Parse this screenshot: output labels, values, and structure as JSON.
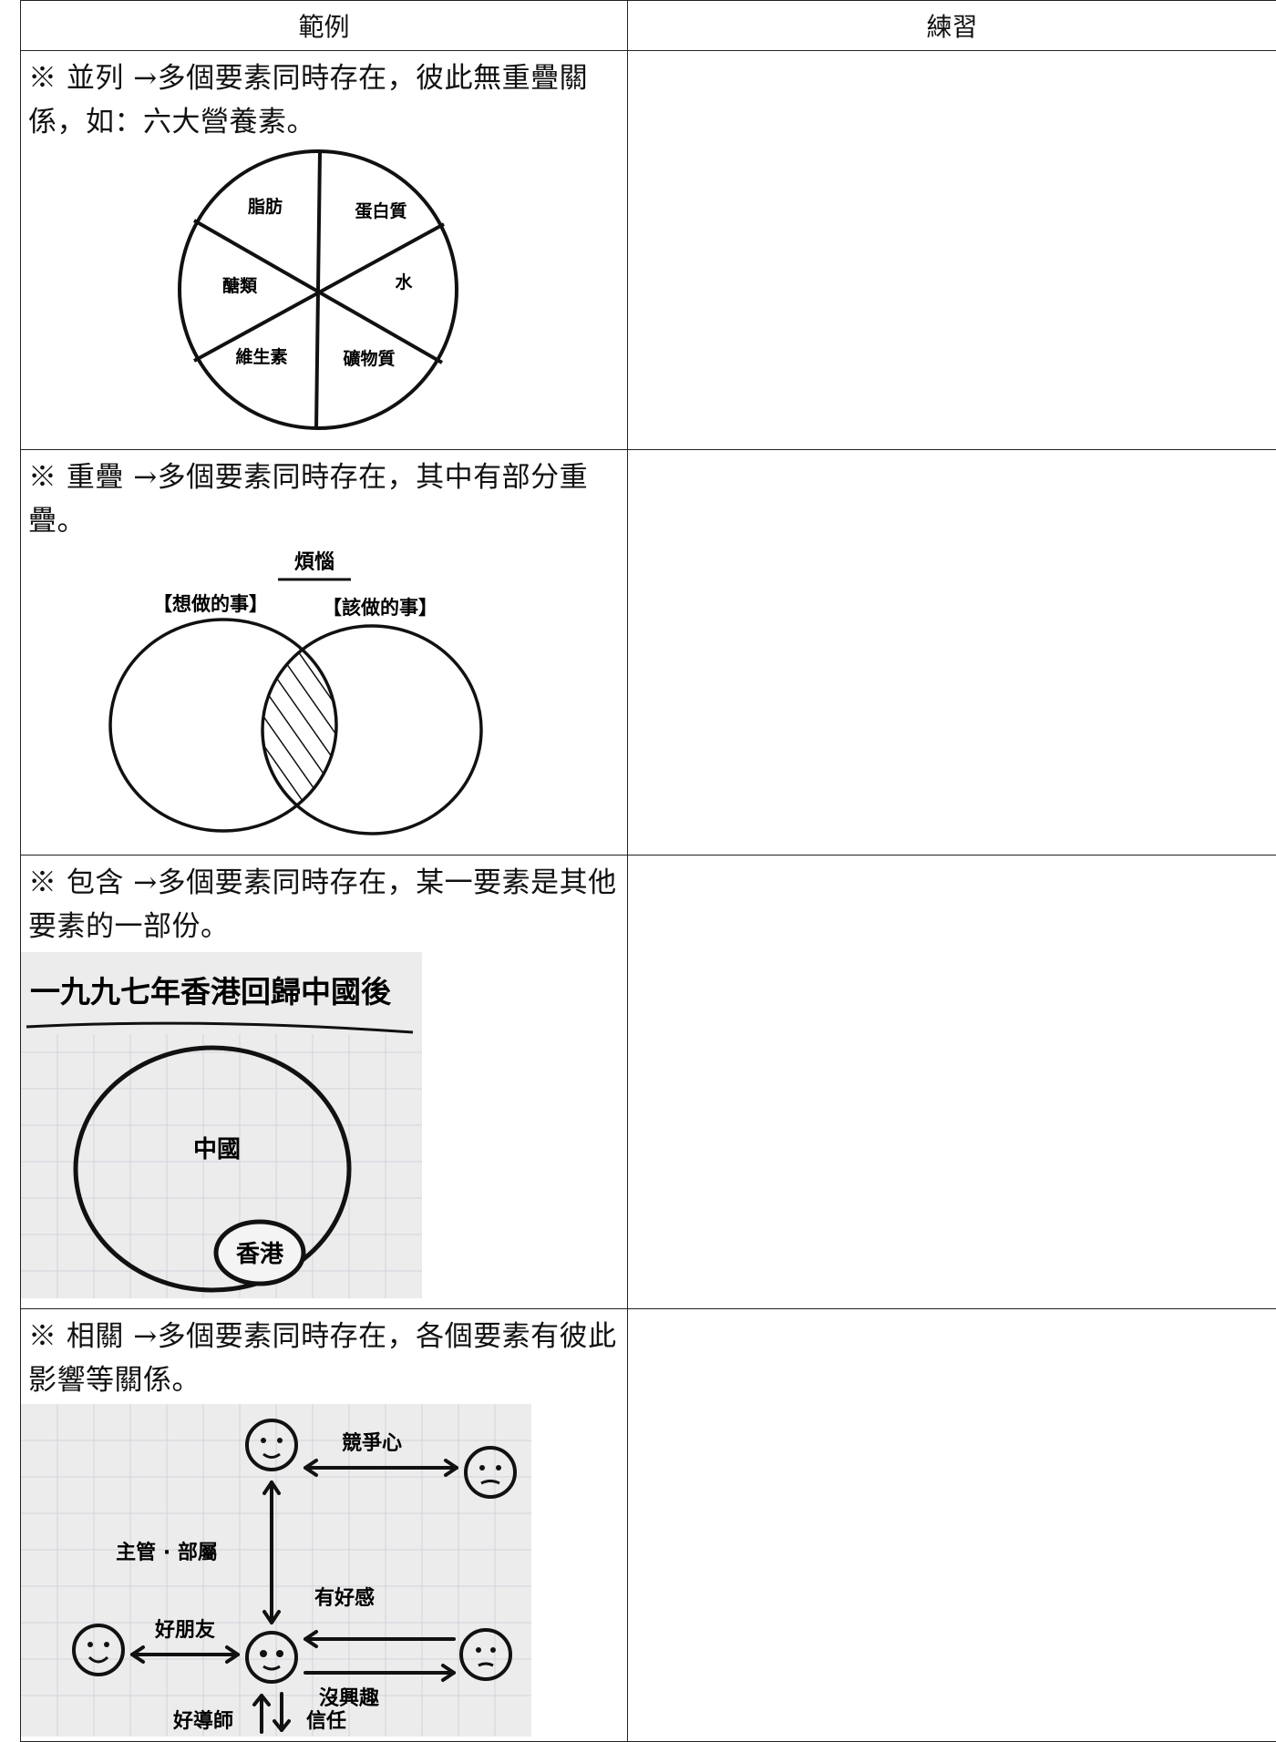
{
  "header": {
    "example": "範例",
    "practice": "練習"
  },
  "rows": [
    {
      "description": "※ 並列 →多個要素同時存在，彼此無重疊關係，如：六大營養素。",
      "figure": {
        "segments": [
          "脂肪",
          "蛋白質",
          "水",
          "礦物質",
          "維生素",
          "醣類"
        ]
      }
    },
    {
      "description": "※ 重疊 →多個要素同時存在，其中有部分重疊。",
      "figure": {
        "title": "煩惱",
        "left_label": "【想做的事】",
        "right_label": "【該做的事】"
      }
    },
    {
      "description": "※ 包含 →多個要素同時存在，某一要素是其他要素的一部份。",
      "figure": {
        "title": "一九九七年香港回歸中國後",
        "outer": "中國",
        "inner": "香港"
      }
    },
    {
      "description": "※ 相關 →多個要素同時存在，各個要素有彼此影響等關係。",
      "figure": {
        "competition": "競爭心",
        "boss_sub": "主管 · 部屬",
        "good_friend": "好朋友",
        "favorable": "有好感",
        "no_interest": "沒興趣",
        "good_teacher": "好導師",
        "trust": "信任"
      }
    }
  ]
}
